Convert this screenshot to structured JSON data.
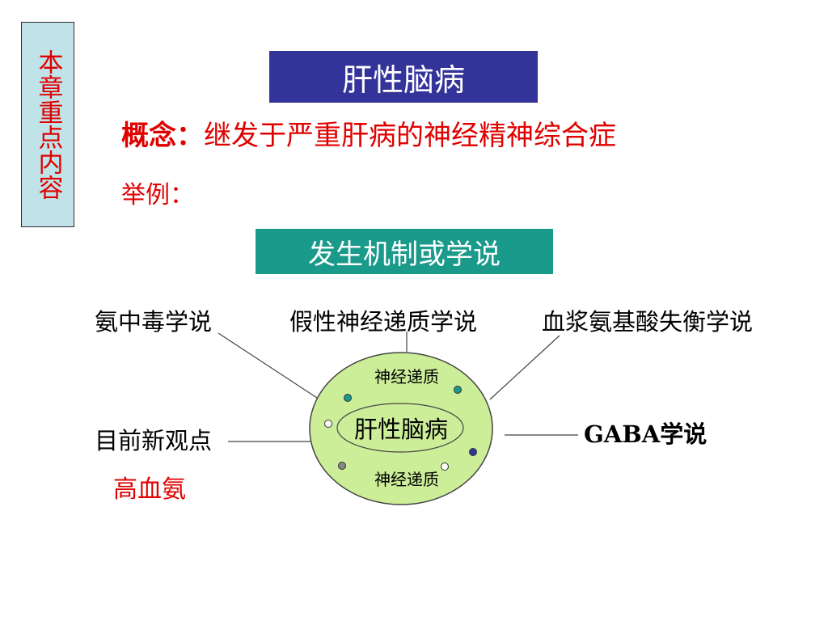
{
  "side_label": "本章重点内容",
  "title": "肝性脑病",
  "concept": {
    "label": "概念：",
    "text": "继发于严重肝病的神经精神综合症"
  },
  "example_label": "举例：",
  "mechanism_title": "发生机制或学说",
  "theories": {
    "ammonia": "氨中毒学说",
    "false_neurotransmitter": "假性神经递质学说",
    "amino_acid_imbalance": "血浆氨基酸失衡学说",
    "new_view": "目前新观点",
    "gaba": "GABA学说"
  },
  "new_view_highlight": "高血氨",
  "center": {
    "label": "肝性脑病",
    "top_text": "神经递质",
    "bottom_text": "神经递质"
  },
  "colors": {
    "side_bg": "#bfe3e9",
    "title_bg": "#333399",
    "mechanism_bg": "#1a9a8a",
    "red_text": "#e00000",
    "oval_fill": "#ccee99",
    "dot_teal": "#1a9a8a",
    "dot_blue": "#333399",
    "dot_gray": "#888888"
  }
}
